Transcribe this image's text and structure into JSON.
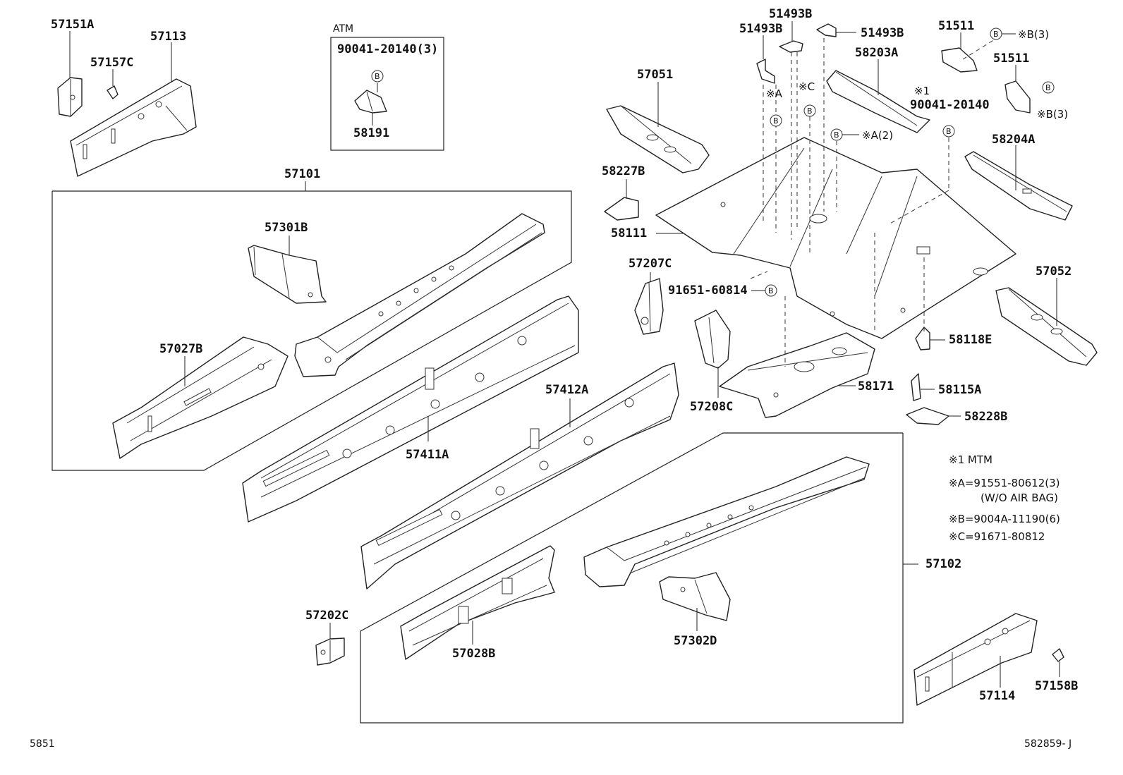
{
  "parts": [
    {
      "id": "p57151A",
      "label": "57151A"
    },
    {
      "id": "p57113",
      "label": "57113"
    },
    {
      "id": "p57157C",
      "label": "57157C"
    },
    {
      "id": "p57101",
      "label": "57101"
    },
    {
      "id": "p57301B",
      "label": "57301B"
    },
    {
      "id": "p57027B",
      "label": "57027B"
    },
    {
      "id": "p57411A",
      "label": "57411A"
    },
    {
      "id": "p57412A",
      "label": "57412A"
    },
    {
      "id": "p57202C",
      "label": "57202C"
    },
    {
      "id": "p57028B",
      "label": "57028B"
    },
    {
      "id": "p57302D",
      "label": "57302D"
    },
    {
      "id": "p57102",
      "label": "57102"
    },
    {
      "id": "p57114",
      "label": "57114"
    },
    {
      "id": "p57158B",
      "label": "57158B"
    },
    {
      "id": "p58191",
      "label": "58191"
    },
    {
      "id": "p57051",
      "label": "57051"
    },
    {
      "id": "p58227B",
      "label": "58227B"
    },
    {
      "id": "p58111",
      "label": "58111"
    },
    {
      "id": "p57207C",
      "label": "57207C"
    },
    {
      "id": "p91651",
      "label": "91651-60814"
    },
    {
      "id": "p57208C",
      "label": "57208C"
    },
    {
      "id": "p58171",
      "label": "58171"
    },
    {
      "id": "p51493B_a",
      "label": "51493B"
    },
    {
      "id": "p51493B_b",
      "label": "51493B"
    },
    {
      "id": "p51493B_c",
      "label": "51493B"
    },
    {
      "id": "p51511_a",
      "label": "51511"
    },
    {
      "id": "p51511_b",
      "label": "51511"
    },
    {
      "id": "p58203A",
      "label": "58203A"
    },
    {
      "id": "p90041_b",
      "label": "90041-20140"
    },
    {
      "id": "p58204A",
      "label": "58204A"
    },
    {
      "id": "p57052",
      "label": "57052"
    },
    {
      "id": "p58118E",
      "label": "58118E"
    },
    {
      "id": "p58115A",
      "label": "58115A"
    },
    {
      "id": "p58228B",
      "label": "58228B"
    }
  ],
  "atm_box": {
    "title": "ATM",
    "bolt": "90041-20140(3)"
  },
  "refs": {
    "mark_a": "※A",
    "mark_c": "※C",
    "mark_1": "※1",
    "mark_a2": "※A(2)",
    "mark_b3_top": "※B(3)",
    "mark_b3_mid": "※B(3)",
    "bubble": "B"
  },
  "notes": {
    "n1": "※1 MTM",
    "na": "※A=91551-80612(3)",
    "na_sub": "(W/O AIR BAG)",
    "nb": "※B=9004A-11190(6)",
    "nc": "※C=91671-80812"
  },
  "footer": {
    "left": "5851",
    "right": "582859- J"
  }
}
